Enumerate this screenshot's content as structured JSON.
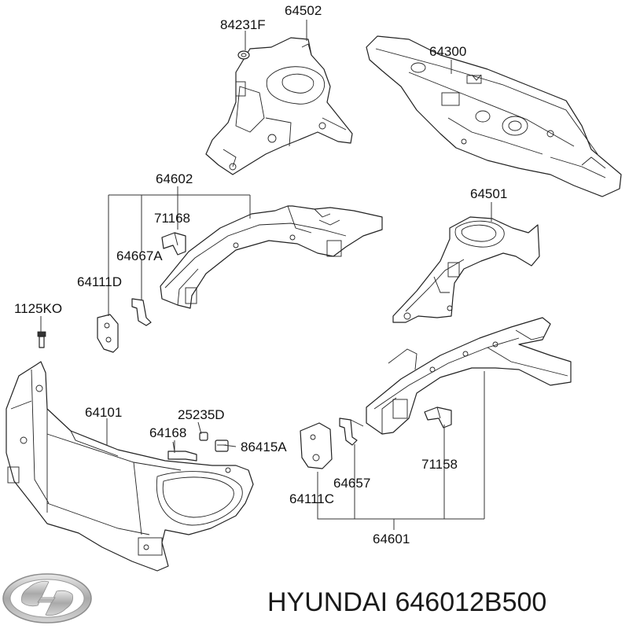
{
  "labels": {
    "p84231F": "84231F",
    "p64502": "64502",
    "p64300": "64300",
    "p64602": "64602",
    "p71168": "71168",
    "p64667A": "64667A",
    "p64111D": "64111D",
    "p64501": "64501",
    "p1125KO": "1125KO",
    "p64101": "64101",
    "p25235D": "25235D",
    "p64168": "64168",
    "p86415A": "86415A",
    "p64657": "64657",
    "p71158": "71158",
    "p64111C": "64111C",
    "p64601": "64601"
  },
  "footer": {
    "brand_text": "HYUNDAI 646012B500",
    "logo": "hyundai-logo"
  },
  "colors": {
    "line": "#222222",
    "background": "#ffffff",
    "logo_silver": "#b8b8b8"
  }
}
